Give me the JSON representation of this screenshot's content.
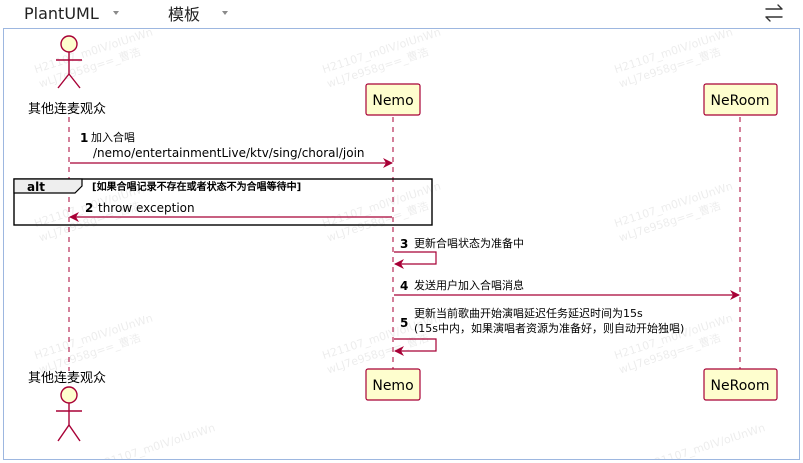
{
  "toolbar": {
    "language_select": "PlantUML",
    "template_select": "模板",
    "swap_icon": "swap-arrows-icon"
  },
  "watermark": {
    "line1": "H21107_m0IV/oIUnWn",
    "line2": "wLJ7e958g==_曹浩"
  },
  "diagram": {
    "participants": [
      {
        "id": "audience",
        "name": "其他连麦观众",
        "kind": "actor"
      },
      {
        "id": "nemo",
        "name": "Nemo",
        "kind": "participant"
      },
      {
        "id": "neroom",
        "name": "NeRoom",
        "kind": "participant"
      }
    ],
    "messages": [
      {
        "num": "1",
        "lines": [
          "加入合唱",
          "/nemo/entertainmentLive/ktv/sing/choral/join"
        ],
        "from": "audience",
        "to": "nemo",
        "style": "solid"
      },
      {
        "num": "2",
        "lines": [
          "throw exception"
        ],
        "from": "nemo",
        "to": "audience",
        "style": "solid"
      },
      {
        "num": "3",
        "lines": [
          "更新合唱状态为准备中"
        ],
        "from": "nemo",
        "to": "nemo",
        "style": "self"
      },
      {
        "num": "4",
        "lines": [
          "发送用户加入合唱消息"
        ],
        "from": "nemo",
        "to": "neroom",
        "style": "solid"
      },
      {
        "num": "5",
        "lines": [
          "更新当前歌曲开始演唱延迟任务延迟时间为15s",
          "(15s中内，如果演唱者资源为准备好，则自动开始独唱)"
        ],
        "from": "nemo",
        "to": "nemo",
        "style": "self"
      }
    ],
    "alt": {
      "label": "alt",
      "condition": "[如果合唱记录不存在或者状态不为合唱等待中]"
    },
    "colors": {
      "arrow": "#a80036",
      "participant_fill": "#fefece",
      "participant_border": "#a80036",
      "lifeline": "#a80036",
      "alt_tab": "#eeeeee"
    }
  }
}
